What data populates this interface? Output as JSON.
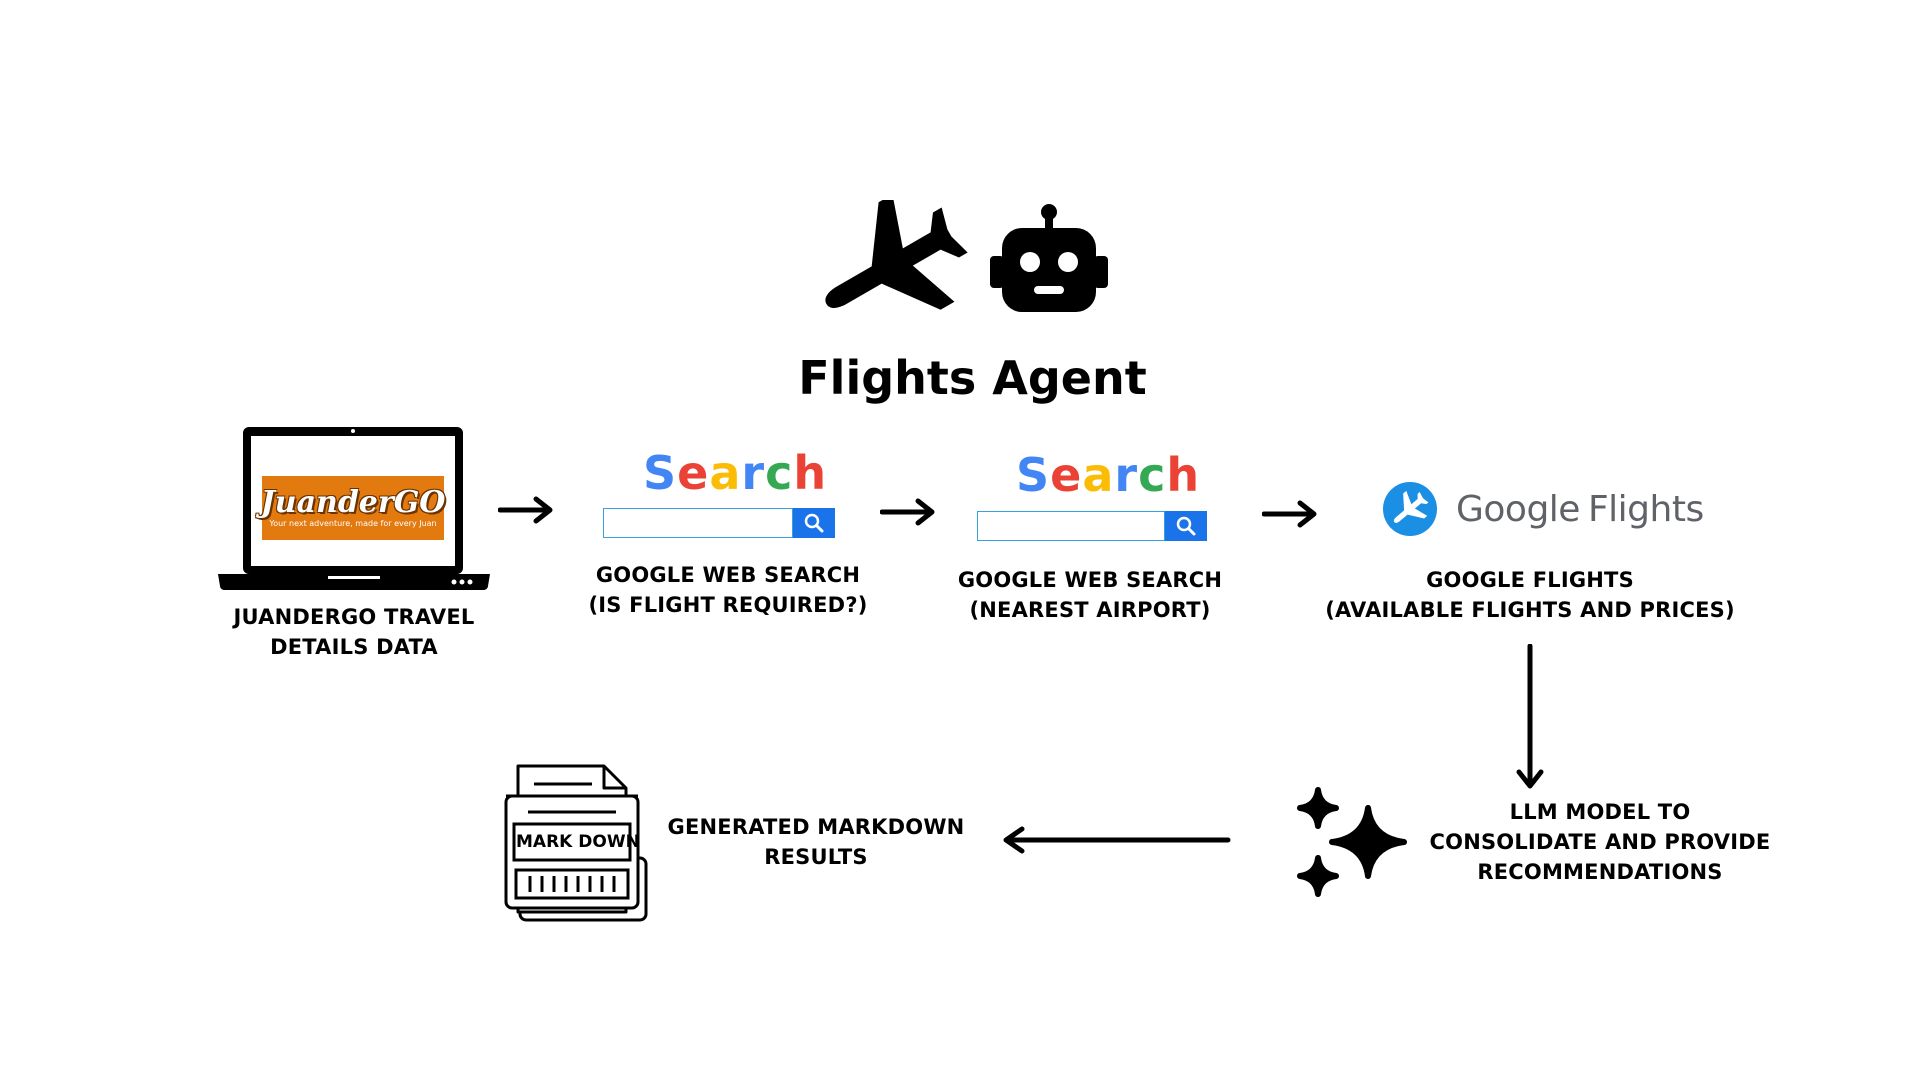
{
  "title": "Flights Agent",
  "nodes": {
    "travel_data": {
      "label_line1": "JUANDERGO TRAVEL",
      "label_line2": "DETAILS DATA",
      "logo_name": "JuanderGO",
      "logo_tagline": "Your next adventure, made for every Juan"
    },
    "web_search_1": {
      "search_word": [
        "S",
        "e",
        "a",
        "r",
        "c",
        "h"
      ],
      "label_line1": "GOOGLE WEB SEARCH",
      "label_line2": "(IS FLIGHT REQUIRED?)"
    },
    "web_search_2": {
      "search_word": [
        "S",
        "e",
        "a",
        "r",
        "c",
        "h"
      ],
      "label_line1": "GOOGLE WEB SEARCH",
      "label_line2": "(NEAREST AIRPORT)"
    },
    "google_flights": {
      "wordmark_google": "Google",
      "wordmark_flights": "Flights",
      "label_line1": "GOOGLE FLIGHTS",
      "label_line2": "(AVAILABLE FLIGHTS AND PRICES)"
    },
    "llm": {
      "label_line1": "LLM MODEL TO",
      "label_line2": "CONSOLIDATE AND PROVIDE",
      "label_line3": "RECOMMENDATIONS"
    },
    "markdown": {
      "icon_text": "MARK DOWN",
      "label_line1": "GENERATED MARKDOWN",
      "label_line2": "RESULTS"
    }
  },
  "colors": {
    "google_blue": "#4285F4",
    "google_red": "#EA4335",
    "google_yellow": "#FBBC05",
    "google_green": "#34A853",
    "search_button": "#1a73e8",
    "juandergo_orange": "#E37A10",
    "flights_icon_blue": "#1a8fe3"
  },
  "icons": [
    "airplane-icon",
    "robot-icon",
    "laptop-icon",
    "search-icon",
    "google-flights-icon",
    "sparkles-icon",
    "markdown-document-icon",
    "arrow-right-icon",
    "arrow-down-icon",
    "arrow-left-icon"
  ]
}
